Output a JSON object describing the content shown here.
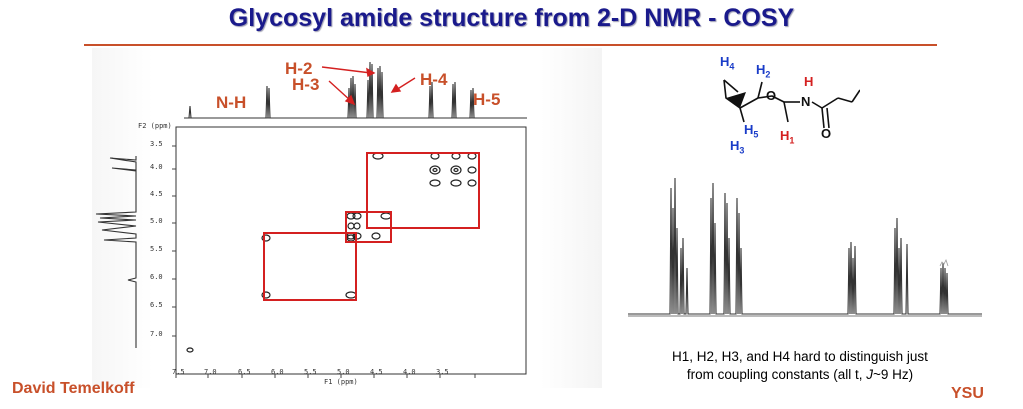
{
  "title": "Glycosyl amide structure from 2-D NMR - COSY",
  "peak_labels": {
    "nh": "N-H",
    "h2": "H-2",
    "h3": "H-3",
    "h4": "H-4",
    "h5": "H-5"
  },
  "axis": {
    "f1_label": "F1 (ppm)",
    "f2_label": "F2 (ppm)",
    "f1_ticks": [
      "7.5",
      "7.0",
      "6.5",
      "6.0",
      "5.5",
      "5.0",
      "4.5",
      "4.0",
      "3.5"
    ],
    "f2_ticks": [
      "3.5",
      "4.0",
      "4.5",
      "5.0",
      "5.5",
      "6.0",
      "6.5",
      "7.0"
    ]
  },
  "molecule_labels": {
    "h4": "H",
    "h4_sub": "4",
    "h2": "H",
    "h2_sub": "2",
    "h_nh": "H",
    "o_ring": "O",
    "n": "N",
    "h5": "H",
    "h5_sub": "5",
    "h1": "H",
    "h1_sub": "1",
    "h3": "H",
    "h3_sub": "3",
    "o_carbonyl": "O"
  },
  "caption_line1": "H1, H2, H3, and H4 hard to distinguish just",
  "caption_line2_a": "from coupling constants (all t, ",
  "caption_line2_j": "J",
  "caption_line2_b": "~9 Hz)",
  "author": "David Temelkoff",
  "institution": "YSU",
  "colors": {
    "title": "#1a1a8c",
    "accent": "#c8502a",
    "box": "#d42020",
    "mol_blue": "#1a3cc8",
    "mol_red": "#d42020"
  }
}
